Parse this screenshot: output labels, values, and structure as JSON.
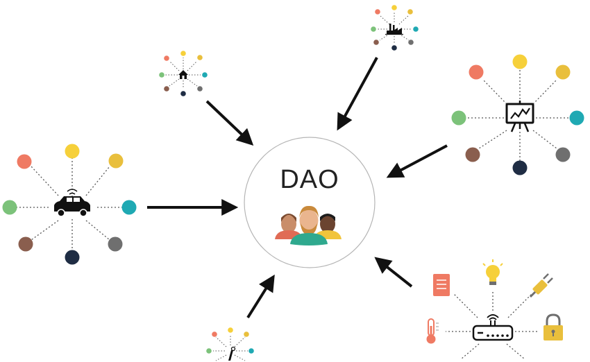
{
  "center": {
    "title": "DAO",
    "icon": "people-group-icon"
  },
  "colors": {
    "coral": "#ef7a63",
    "yellow": "#f6d03a",
    "mustard": "#e9bf3c",
    "teal": "#1fa9b3",
    "green": "#7cc27a",
    "brown": "#8a5e4e",
    "grey": "#6f6f6f",
    "navy": "#1f2d44",
    "line": "#111111"
  },
  "nodes": [
    {
      "id": "car",
      "icon": "connected-car-icon"
    },
    {
      "id": "home",
      "icon": "smart-home-icon"
    },
    {
      "id": "factory",
      "icon": "factory-icon"
    },
    {
      "id": "presentation",
      "icon": "presentation-chart-icon"
    },
    {
      "id": "router",
      "icon": "router-icon",
      "devices": [
        "document-icon",
        "lightbulb-icon",
        "plug-icon",
        "thermometer-icon",
        "padlock-icon"
      ]
    },
    {
      "id": "bottom",
      "icon": "tool-icon"
    }
  ]
}
